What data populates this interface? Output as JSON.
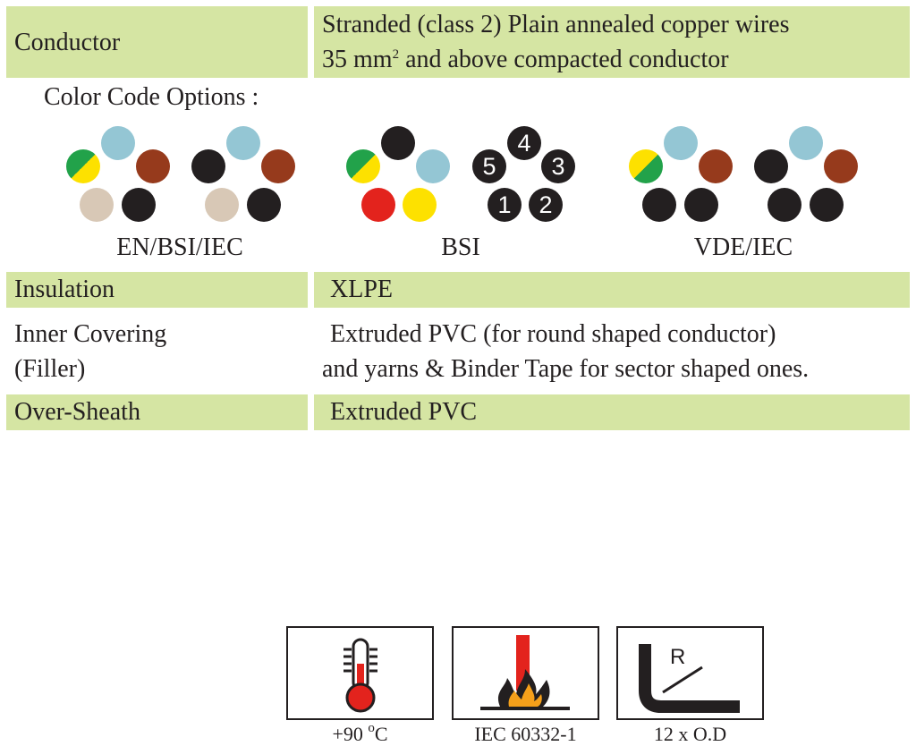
{
  "rows": {
    "conductor": {
      "label": "Conductor",
      "line1": "Stranded (class 2) Plain annealed copper wires",
      "line2_pre": "35 mm",
      "line2_sup": "2",
      "line2_post": " and above compacted conductor"
    },
    "color_code": {
      "heading": "Color Code Options :",
      "groups": [
        {
          "label": "EN/BSI/IEC"
        },
        {
          "label": "BSI"
        },
        {
          "label": "VDE/IEC"
        }
      ],
      "numbered_cores": [
        "1",
        "2",
        "3",
        "4",
        "5"
      ]
    },
    "insulation": {
      "label": "Insulation",
      "value": "XLPE"
    },
    "inner_covering": {
      "label_line1": "Inner Covering",
      "label_line2": "(Filler)",
      "value_line1": "Extruded PVC (for round shaped conductor)",
      "value_line2": "and yarns & Binder Tape for sector shaped ones."
    },
    "over_sheath": {
      "label": "Over-Sheath",
      "value": "Extruded PVC"
    }
  },
  "pictograms": [
    {
      "icon": "thermometer-icon",
      "caption_pre": "+90 ",
      "caption_sup": "o",
      "caption_post": "C"
    },
    {
      "icon": "flame-icon",
      "caption": "IEC 60332-1"
    },
    {
      "icon": "bending-radius-icon",
      "caption": "12 x O.D",
      "symbol": "R"
    }
  ],
  "colors": {
    "row_bg": "#d5e5a3",
    "green": "#22a24a",
    "yellow": "#fde100",
    "light_blue": "#94c6d4",
    "brown": "#963a1c",
    "black": "#231f20",
    "grey": "#d8c8b6",
    "red": "#e3231d",
    "orange": "#f6a01a"
  }
}
